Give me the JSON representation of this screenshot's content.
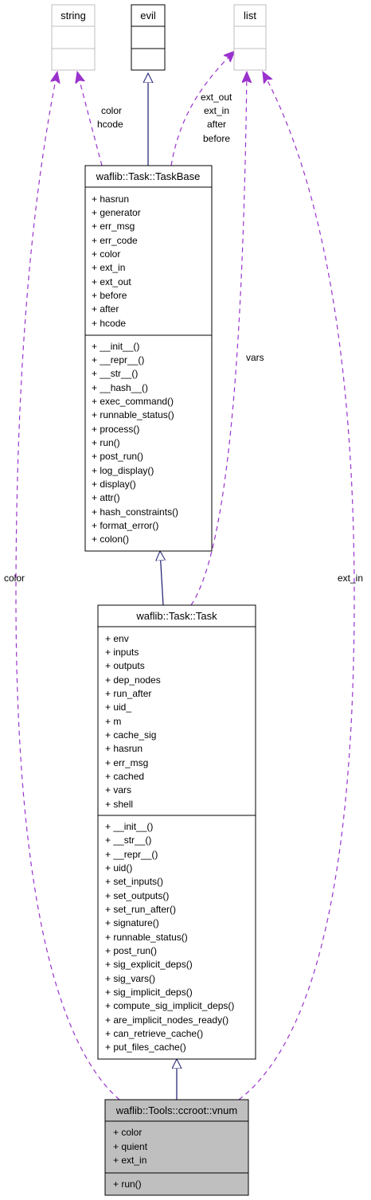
{
  "classes": {
    "string": {
      "name": "string",
      "attributes": [],
      "methods": []
    },
    "evil": {
      "name": "evil",
      "attributes": [],
      "methods": []
    },
    "list": {
      "name": "list",
      "attributes": [],
      "methods": []
    },
    "taskbase": {
      "name": "waflib::Task::TaskBase",
      "attributes": [
        "+ hasrun",
        "+ generator",
        "+ err_msg",
        "+ err_code",
        "+ color",
        "+ ext_in",
        "+ ext_out",
        "+ before",
        "+ after",
        "+ hcode"
      ],
      "methods": [
        "+ __init__()",
        "+ __repr__()",
        "+ __str__()",
        "+ __hash__()",
        "+ exec_command()",
        "+ runnable_status()",
        "+ process()",
        "+ run()",
        "+ post_run()",
        "+ log_display()",
        "+ display()",
        "+ attr()",
        "+ hash_constraints()",
        "+ format_error()",
        "+ colon()"
      ]
    },
    "task": {
      "name": "waflib::Task::Task",
      "attributes": [
        "+ env",
        "+ inputs",
        "+ outputs",
        "+ dep_nodes",
        "+ run_after",
        "+ uid_",
        "+ m",
        "+ cache_sig",
        "+ hasrun",
        "+ err_msg",
        "+ cached",
        "+ vars",
        "+ shell"
      ],
      "methods": [
        "+ __init__()",
        "+ __str__()",
        "+ __repr__()",
        "+ uid()",
        "+ set_inputs()",
        "+ set_outputs()",
        "+ set_run_after()",
        "+ signature()",
        "+ runnable_status()",
        "+ post_run()",
        "+ sig_explicit_deps()",
        "+ sig_vars()",
        "+ sig_implicit_deps()",
        "+ compute_sig_implicit_deps()",
        "+ are_implicit_nodes_ready()",
        "+ can_retrieve_cache()",
        "+ put_files_cache()"
      ]
    },
    "vnum": {
      "name": "waflib::Tools::ccroot::vnum",
      "attributes": [
        "+ color",
        "+ quient",
        "+ ext_in"
      ],
      "methods": [
        "+ run()"
      ]
    }
  },
  "edges": {
    "string_taskbase": [
      "color",
      "hcode"
    ],
    "list_taskbase": [
      "ext_out",
      "ext_in",
      "after",
      "before"
    ],
    "list_task": [
      "vars"
    ],
    "string_vnum": [
      "color"
    ],
    "list_vnum": [
      "ext_in"
    ]
  },
  "colors": {
    "inheritance": "#191970",
    "usage": "#9a32cd",
    "library_border": "#bfbfbf",
    "highlight_fill": "#bfbfbf"
  }
}
